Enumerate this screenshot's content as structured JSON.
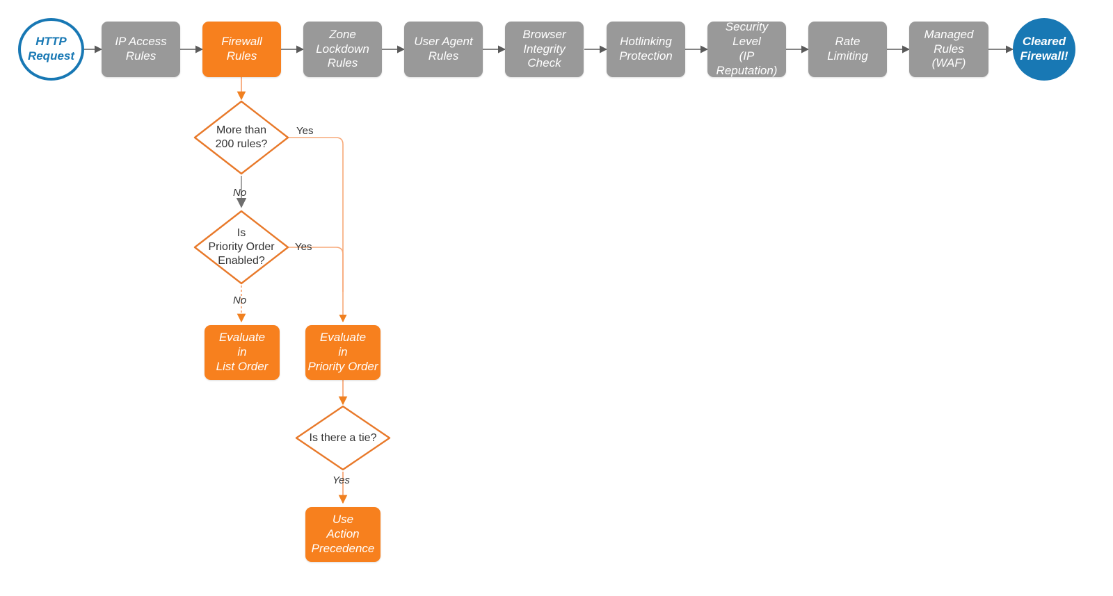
{
  "diagram": {
    "title": "Cloudflare Firewall Rules Evaluation Order",
    "colors": {
      "gray": "#999999",
      "orange": "#f7801e",
      "blue": "#1878b4",
      "edge_gray": "#5a5a5a",
      "edge_orange": "#f7a878",
      "text_dark": "#333333"
    },
    "pipeline": [
      {
        "id": "http-request",
        "type": "terminator-outline",
        "lines": [
          "HTTP",
          "Request"
        ]
      },
      {
        "id": "ip-access-rules",
        "type": "box-gray",
        "lines": [
          "IP Access",
          "Rules"
        ]
      },
      {
        "id": "firewall-rules",
        "type": "box-orange",
        "lines": [
          "Firewall",
          "Rules"
        ]
      },
      {
        "id": "zone-lockdown-rules",
        "type": "box-gray",
        "lines": [
          "Zone",
          "Lockdown",
          "Rules"
        ]
      },
      {
        "id": "user-agent-rules",
        "type": "box-gray",
        "lines": [
          "User Agent",
          "Rules"
        ]
      },
      {
        "id": "browser-integrity-check",
        "type": "box-gray",
        "lines": [
          "Browser",
          "Integrity",
          "Check"
        ]
      },
      {
        "id": "hotlinking-protection",
        "type": "box-gray",
        "lines": [
          "Hotlinking",
          "Protection"
        ]
      },
      {
        "id": "security-level",
        "type": "box-gray",
        "lines": [
          "Security",
          "Level",
          "(IP Reputation)"
        ]
      },
      {
        "id": "rate-limiting",
        "type": "box-gray",
        "lines": [
          "Rate",
          "Limiting"
        ]
      },
      {
        "id": "managed-rules-waf",
        "type": "box-gray",
        "lines": [
          "Managed",
          "Rules",
          "(WAF)"
        ]
      },
      {
        "id": "cleared-firewall",
        "type": "terminator-filled",
        "lines": [
          "Cleared",
          "Firewall!"
        ]
      }
    ],
    "decisions": [
      {
        "id": "more-than-200-rules",
        "lines": [
          "More than",
          "200 rules?"
        ]
      },
      {
        "id": "is-priority-order-enabled",
        "lines": [
          "Is",
          "Priority Order",
          "Enabled?"
        ]
      },
      {
        "id": "is-there-a-tie",
        "lines": [
          "Is there a tie?"
        ]
      }
    ],
    "outcomes": [
      {
        "id": "evaluate-in-list-order",
        "lines": [
          "Evaluate",
          "in",
          "List Order"
        ]
      },
      {
        "id": "evaluate-in-priority-order",
        "lines": [
          "Evaluate",
          "in",
          "Priority Order"
        ]
      },
      {
        "id": "use-action-precedence",
        "lines": [
          "Use",
          "Action",
          "Precedence"
        ]
      }
    ],
    "edge_labels": {
      "rules_yes": "Yes",
      "rules_no": "No",
      "priority_yes": "Yes",
      "priority_no": "No",
      "tie_yes": "Yes"
    }
  }
}
